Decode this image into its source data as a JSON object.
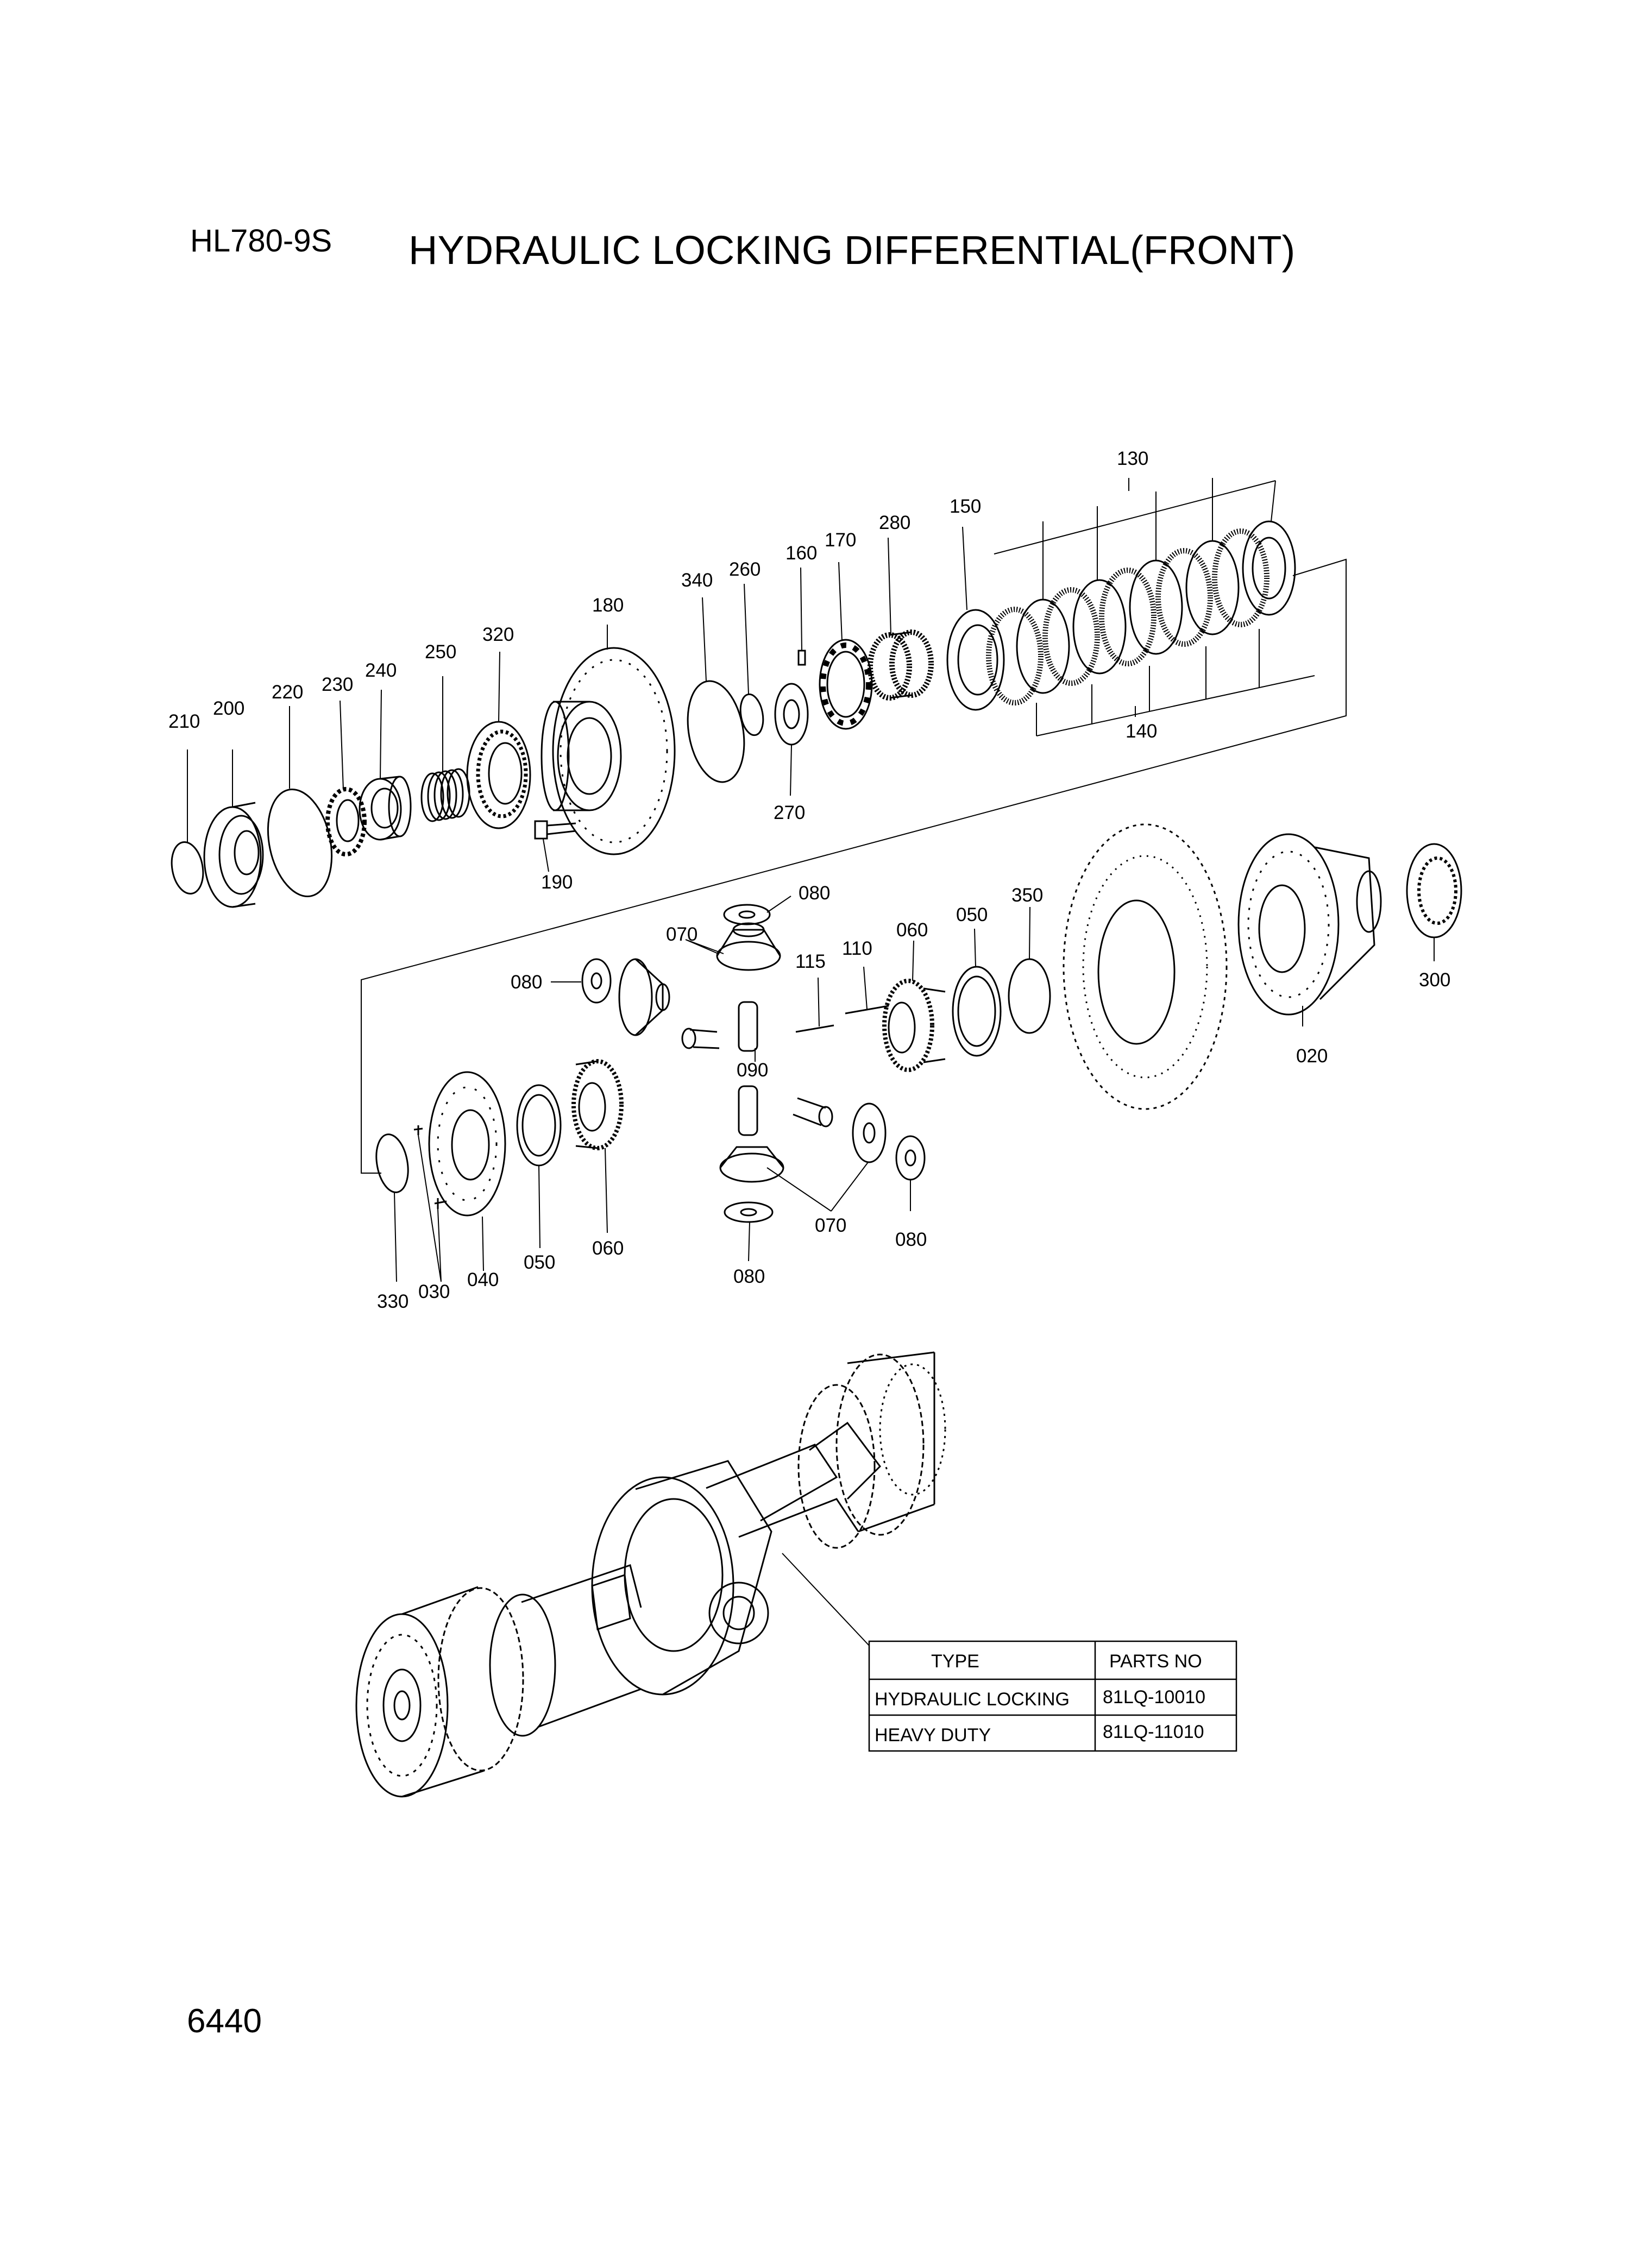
{
  "header": {
    "model": "HL780-9S",
    "title": "HYDRAULIC LOCKING DIFFERENTIAL(FRONT)"
  },
  "footer": {
    "page_number": "6440"
  },
  "part_labels": {
    "p130": "130",
    "p150": "150",
    "p280": "280",
    "p170": "170",
    "p160": "160",
    "p260": "260",
    "p340": "340",
    "p180": "180",
    "p320": "320",
    "p250": "250",
    "p240": "240",
    "p230": "230",
    "p220": "220",
    "p200": "200",
    "p210": "210",
    "p190": "190",
    "p270": "270",
    "p140": "140",
    "p080a": "080",
    "p070a": "070",
    "p080b": "080",
    "p115": "115",
    "p110": "110",
    "p060a": "060",
    "p050a": "050",
    "p350": "350",
    "p300": "300",
    "p020": "020",
    "p090": "090",
    "p070b": "070",
    "p080c": "080",
    "p080d": "080",
    "p330": "330",
    "p030": "030",
    "p040": "040",
    "p050b": "050",
    "p060b": "060"
  },
  "parts_table": {
    "col_type": "TYPE",
    "col_parts_no": "PARTS NO",
    "rows": [
      {
        "type": "HYDRAULIC LOCKING",
        "parts_no": "81LQ-10010"
      },
      {
        "type": "HEAVY DUTY",
        "parts_no": "81LQ-11010"
      }
    ]
  }
}
